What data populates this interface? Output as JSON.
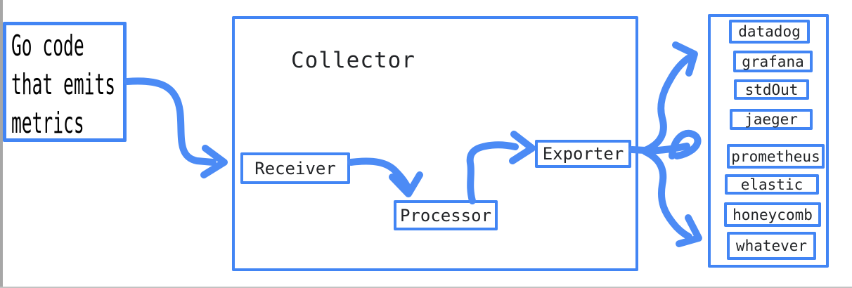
{
  "window": {
    "background": "#ffffff",
    "left_edge_color": "#a7a7a7",
    "bottom_edge_color": "#c2c2c2"
  },
  "colors": {
    "box_border": "#4285f4",
    "arrow": "#4c8bf5",
    "label_text": "#222427",
    "source_text": "#000000"
  },
  "source_box": {
    "lines": [
      "Go code",
      "that emits",
      "metrics"
    ]
  },
  "collector": {
    "title": "Collector",
    "components": [
      {
        "label": "Receiver"
      },
      {
        "label": "Processor"
      },
      {
        "label": "Exporter"
      }
    ]
  },
  "destinations": {
    "items": [
      {
        "label": "datadog"
      },
      {
        "label": "grafana"
      },
      {
        "label": "stdOut"
      },
      {
        "label": "jaeger"
      },
      {
        "label": "prometheus"
      },
      {
        "label": "elastic"
      },
      {
        "label": "honeycomb"
      },
      {
        "label": "whatever"
      }
    ]
  },
  "arrows": [
    {
      "name": "arrow-source-to-receiver"
    },
    {
      "name": "arrow-receiver-to-processor"
    },
    {
      "name": "arrow-processor-to-exporter"
    },
    {
      "name": "arrow-exporter-tail"
    },
    {
      "name": "arrow-exporter-to-destinations-top"
    },
    {
      "name": "arrow-exporter-to-destinations-middle"
    },
    {
      "name": "arrow-exporter-to-destinations-bottom"
    }
  ]
}
